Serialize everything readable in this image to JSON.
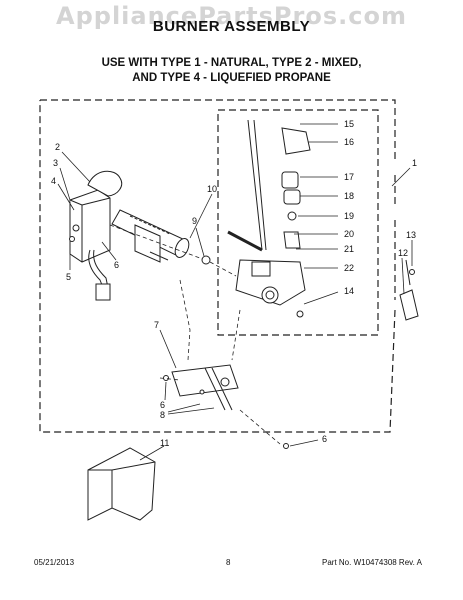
{
  "watermark": "AppliancePartsPros.com",
  "header": {
    "title": "BURNER ASSEMBLY",
    "subtitle_line1": "USE WITH TYPE 1 - NATURAL, TYPE 2 - MIXED,",
    "subtitle_line2": "AND TYPE 4 - LIQUEFIED PROPANE"
  },
  "callouts": [
    "15",
    "16",
    "17",
    "18",
    "19",
    "20",
    "21",
    "22",
    "14",
    "1",
    "2",
    "3",
    "4",
    "10",
    "9",
    "6",
    "5",
    "13",
    "12",
    "7",
    "6",
    "8",
    "6",
    "11"
  ],
  "footer": {
    "date": "05/21/2013",
    "page": "8",
    "part": "Part No. W10474308  Rev. A"
  }
}
